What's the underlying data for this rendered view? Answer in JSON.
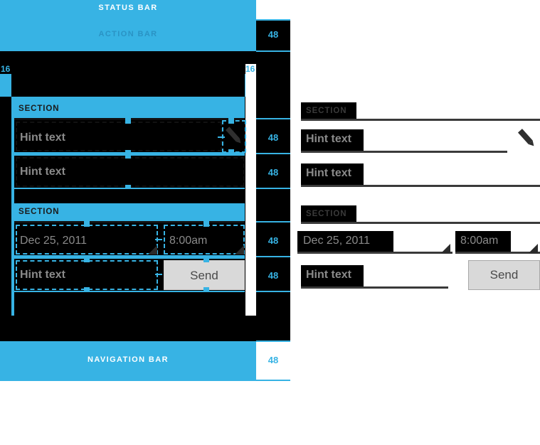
{
  "meta": {
    "accent_blue": "#37b3e4",
    "black": "#000000",
    "hint_gray": "#8a8a8a",
    "button_fill": "#d9d9d9"
  },
  "device_spec": {
    "status_bar_label": "STATUS BAR",
    "action_bar_label": "ACTION BAR",
    "navigation_bar_label": "NAVIGATION BAR",
    "keyline_left_label": "16",
    "keyline_right_label": "16",
    "sections": [
      {
        "header": "SECTION",
        "rows": [
          {
            "text": "Hint text",
            "icon": "pencil-icon",
            "height_label": "48"
          },
          {
            "text": "Hint text",
            "height_label": "48"
          }
        ]
      },
      {
        "header": "SECTION",
        "rows": [
          {
            "date_value": "Dec 25, 2011",
            "time_value": "8:00am",
            "height_label": "48"
          },
          {
            "text": "Hint text",
            "button_label": "Send",
            "height_label": "48"
          }
        ]
      }
    ]
  },
  "gutter": {
    "badges": [
      "48",
      "48",
      "48",
      "48",
      "48",
      "48"
    ]
  },
  "rendered_panel": {
    "sections": [
      {
        "header": "SECTION",
        "rows": [
          {
            "text": "Hint text",
            "icon": "pencil-icon"
          },
          {
            "text": "Hint text"
          }
        ]
      },
      {
        "header": "SECTION",
        "rows": [
          {
            "date_value": "Dec 25, 2011",
            "time_value": "8:00am"
          },
          {
            "text": "Hint text",
            "button_label": "Send"
          }
        ]
      }
    ]
  }
}
